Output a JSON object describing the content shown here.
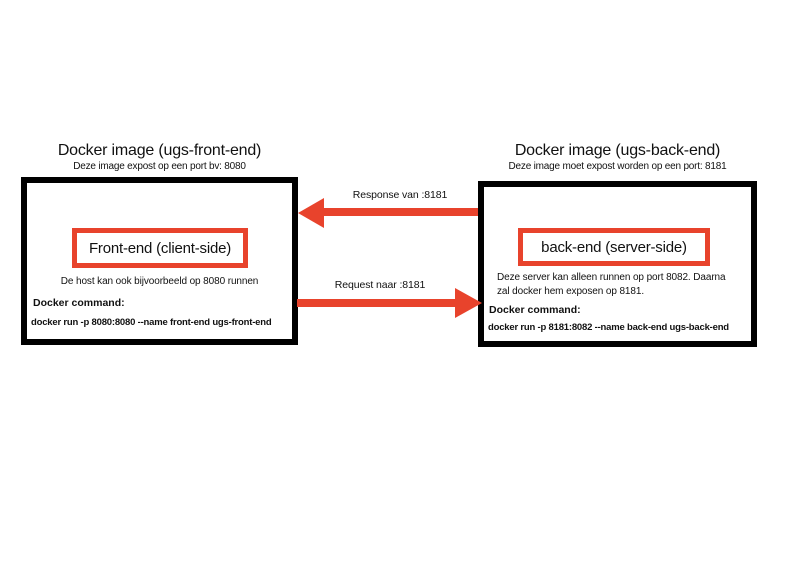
{
  "diagram": {
    "left": {
      "title": "Docker image (ugs-front-end)",
      "subtitle": "Deze image expost op een port bv: 8080",
      "label": "Front-end (client-side)",
      "note": "De host kan ook bijvoorbeeld op 8080 runnen",
      "command_heading": "Docker command:",
      "command": "docker run -p 8080:8080 --name front-end ugs-front-end"
    },
    "right": {
      "title": "Docker image (ugs-back-end)",
      "subtitle": "Deze image moet expost worden op een port: 8181",
      "label": "back-end (server-side)",
      "note_lines": [
        "Deze server kan alleen runnen op port 8082. Daarna",
        "zal docker hem exposen op 8181."
      ],
      "command_heading": "Docker command:",
      "command": "docker run -p 8181:8082 --name back-end ugs-back-end"
    },
    "arrows": {
      "response_label": "Response van :8181",
      "request_label": "Request naar :8181"
    },
    "colors": {
      "accent_red": "#E8432C",
      "outline_black": "#000000"
    }
  }
}
